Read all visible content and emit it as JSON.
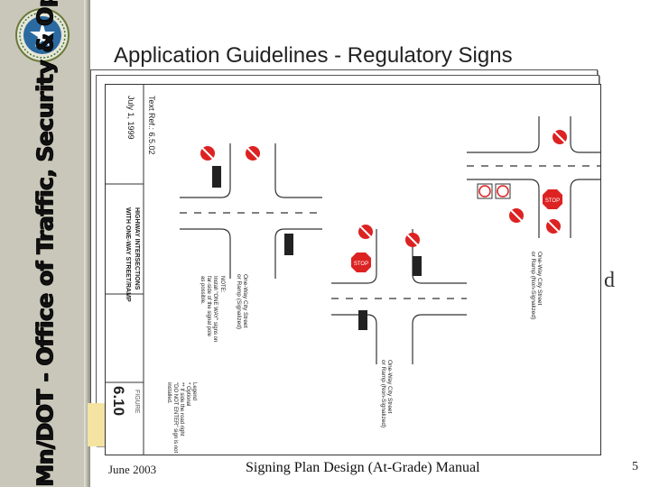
{
  "sidebar": {
    "title": "Mn/DOT - Office of Traffic, Security & Operations",
    "logo_icon": "mndot-logo-icon",
    "bg_color": "#c9c7b9"
  },
  "slide": {
    "title": "Application Guidelines - Regulatory Signs"
  },
  "figure": {
    "text_ref": "Text Ref.: 6.5.02",
    "date": "July 1, 1999",
    "caption_line1": "HIGHWAY INTERSECTIONS",
    "caption_line2": "WITH ONE-WAY STREET/RAMP",
    "figure_label": "FIGURE",
    "figure_number": "6.10",
    "note_label": "NOTE:",
    "note_lines": [
      "Install \"ONE WAY\" signs on",
      "far-side of the signal pole",
      "as possible."
    ],
    "legend_label": "Legend",
    "legend_lines": [
      "* Optional",
      "** If side the road right",
      "\"DO NOT ENTER\" sign is not",
      "installed."
    ],
    "street_signalized": [
      "One-Way City Street",
      "or Ramp (Signalized)"
    ],
    "street_nonsignalized_a": [
      "One-Way City Street",
      "or Ramp (Non-Signalized)"
    ],
    "street_nonsignalized_b": [
      "One-Way City Street",
      "or Ramp (Non-Signalized)"
    ],
    "stop_text": "STOP"
  },
  "footer": {
    "date": "June 2003",
    "title": "Signing Plan Design (At-Grade) Manual",
    "page": "5"
  },
  "bleed_char": "d"
}
